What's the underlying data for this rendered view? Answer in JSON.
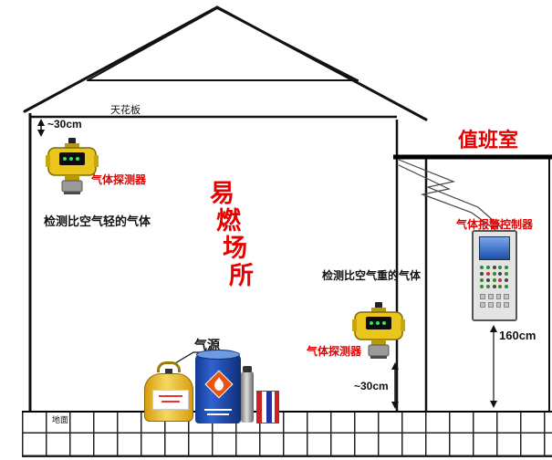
{
  "colors": {
    "accent_red": "#e60000",
    "line_black": "#111111",
    "detector_yellow": "#eac61c",
    "tank_yellow": "#eebb2a",
    "drum_blue": "#1f4fb4",
    "controller_screen_blue": "#2f66c8"
  },
  "labels": {
    "ceiling": "天花板",
    "ground": "地面",
    "gas_source": "气源",
    "duty_room": "值班室",
    "controller_label": "气体报警控制器",
    "detector_top_label": "气体探测器",
    "detector_bottom_label": "气体探测器",
    "light_gas_note": "检测比空气轻的气体",
    "heavy_gas_note": "检测比空气重的气体",
    "clearance_top": "~30cm",
    "clearance_bottom": "~30cm",
    "controller_height": "160cm",
    "flammable_chars": [
      "易",
      "燃",
      "场",
      "所"
    ]
  }
}
